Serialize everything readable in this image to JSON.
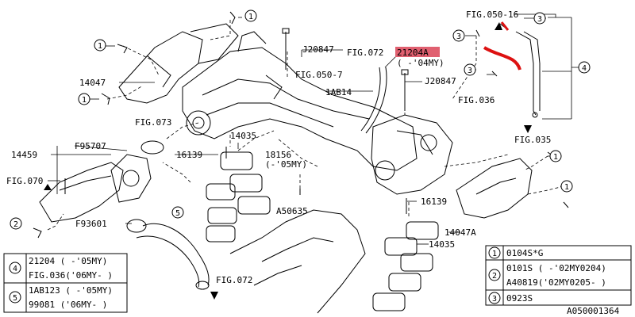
{
  "labels": {
    "fig050_16": "FIG.050-16",
    "j20847_top": "J20847",
    "fig072_top": "FIG.072",
    "part21204a": "21204A",
    "part21204a_note": "( -'04MY)",
    "fig050_7": "FIG.050-7",
    "ab14": "1AB14",
    "j20847_mid": "J20847",
    "fig036": "FIG.036",
    "p14047": "14047",
    "fig073": "FIG.073",
    "p14459": "14459",
    "f95707": "F95707",
    "p16139_a": "16139",
    "p14035_a": "14035",
    "p18156": "18156",
    "p18156_note": "(-'05MY)",
    "fig035": "FIG.035",
    "fig070": "FIG.070",
    "a50635": "A50635",
    "p16139_b": "16139",
    "f93601": "F93601",
    "p14047a": "14047A",
    "p14035_b": "14035",
    "fig072_bot": "FIG.072",
    "drawing_no": "A050001364"
  },
  "callouts": {
    "n1": "1",
    "n2": "2",
    "n3": "3",
    "n4": "4",
    "n5": "5"
  },
  "legend_left": {
    "rows": [
      {
        "num": "4",
        "lines": [
          "21204  ( -'05MY)",
          "FIG.036('06MY- )"
        ]
      },
      {
        "num": "5",
        "lines": [
          "1AB123 ( -'05MY)",
          "99081  ('06MY- )"
        ]
      }
    ]
  },
  "legend_right": {
    "rows": [
      {
        "num": "1",
        "lines": [
          "0104S*G"
        ]
      },
      {
        "num": "2",
        "lines": [
          "0101S   ( -'02MY0204)",
          "A40819('02MY0205- )"
        ]
      },
      {
        "num": "3",
        "lines": [
          "0923S"
        ]
      }
    ]
  },
  "colors": {
    "line": "#000000",
    "highlight": "#e06070",
    "hose": "#dd1111"
  }
}
